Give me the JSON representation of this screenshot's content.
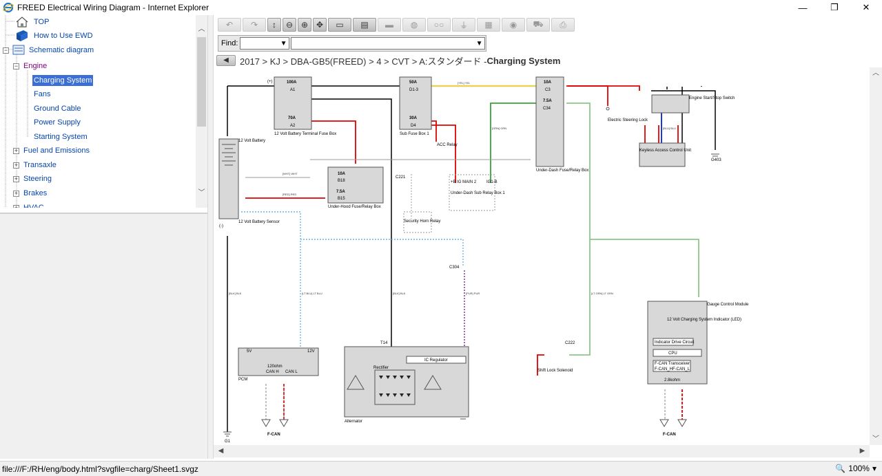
{
  "window": {
    "title": "FREED Electrical Wiring Diagram - Internet Explorer",
    "controls": [
      "—",
      "❐",
      "✕"
    ]
  },
  "tree": {
    "items": [
      {
        "label": "TOP",
        "icon": "home-icon"
      },
      {
        "label": "How to Use EWD",
        "icon": "book-icon"
      },
      {
        "label": "Schematic diagram",
        "icon": "diagram-icon"
      },
      {
        "label": "Engine"
      },
      {
        "label": "Charging System"
      },
      {
        "label": "Fans"
      },
      {
        "label": "Ground Cable"
      },
      {
        "label": "Power Supply"
      },
      {
        "label": "Starting System"
      },
      {
        "label": "Fuel and Emissions"
      },
      {
        "label": "Transaxle"
      },
      {
        "label": "Steering"
      },
      {
        "label": "Brakes"
      },
      {
        "label": "HVAC"
      }
    ]
  },
  "find": {
    "label": "Find:"
  },
  "breadcrumb": {
    "path": "2017 > KJ > DBA-GB5(FREED) > 4 > CVT > A:スタンダード - ",
    "current": "Charging System"
  },
  "diagram": {
    "labels": {
      "battery": "12 Volt Battery",
      "battery_sensor": "12 Volt Battery Sensor",
      "terminal_fuse_box": "12 Volt Battery Terminal Fuse Box",
      "sub_fuse_box": "Sub Fuse Box 1",
      "under_dash_box": "Under-Dash Fuse/Relay Box",
      "under_hood_box": "Under-Hood Fuse/Relay Box",
      "under_dash_sub": "Under-Dash Sub Relay Box 1",
      "security_horn": "Security Horn Relay",
      "acc_relay": "ACC Relay",
      "steering_lock": "Electric Steering Lock",
      "start_stop": "Engine Start/Stop Switch",
      "kac_unit": "Keyless Access Control Unit",
      "gauge_module": "Gauge Control Module",
      "shift_lock": "Shift Lock Solenoid",
      "pcm": "PCM",
      "alternator": "Alternator",
      "rectifier": "Rectifier",
      "ic_regulator": "IC Regulator",
      "fcan_left": "F-CAN",
      "fcan_right": "F-CAN",
      "g1": "G1",
      "g403": "G403",
      "c221": "C221",
      "c304": "C304",
      "c222": "C222",
      "t14": "T14",
      "led_label": "12 Volt Charging System Indicator (LED)",
      "indicator_drive": "Indicator Drive Circuit",
      "cpu": "CPU",
      "fcan_transceiver": "F-CAN Transceiver",
      "fcan_h": "F-CAN_H",
      "fcan_l": "F-CAN_L",
      "ohm1": "120ohm",
      "ohm2": "2.8kohm",
      "can_h": "CAN H",
      "can_l": "CAN L",
      "pcm_5v": "5V",
      "pcm_12v": "12V",
      "relay_ig1": "+B IG MAIN 2",
      "relay_ig1b": "IG1-B",
      "neg": "(-)",
      "pos": "(+)"
    },
    "fuses": {
      "a1": "100A",
      "a1_id": "A1",
      "a2": "70A",
      "a2_id": "A2",
      "d1": "50A",
      "d1_id": "D1-3",
      "d4": "30A",
      "d4_id": "D4",
      "c3": "10A",
      "c3_id": "C3",
      "c34": "7.5A",
      "c34_id": "C34",
      "b18": "10A",
      "b18_id": "B18",
      "b15": "7.5A",
      "b15_id": "B15"
    },
    "wires": {
      "blk": "[BLK] BLK",
      "wht": "[WHT] WHT",
      "red": "[RED] RED",
      "yel": "[YEL] YEL",
      "grn": "[GRN] GRN",
      "blu": "[BLU] BLU",
      "ltblu": "[LT BLU] LT BLU",
      "ltgrn": "[LT GRN] LT GRN",
      "pur": "[PUR] PUR"
    },
    "colors": {
      "black": "#000000",
      "red": "#e00000",
      "yellow": "#e8d25a",
      "green": "#3aa03a",
      "blue": "#1a3ad0",
      "ltblue": "#6ab4e8",
      "ltgreen": "#8ac88a",
      "purple": "#8040a0",
      "box": "#d8d8d8"
    }
  },
  "status": {
    "url": "file:///F:/RH/eng/body.html?svgfile=charg/Sheet1.svgz",
    "zoom": "100%"
  }
}
